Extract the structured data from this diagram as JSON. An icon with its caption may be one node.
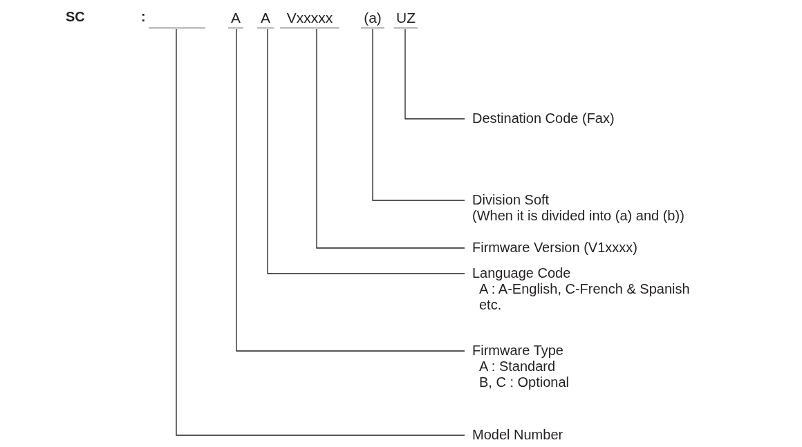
{
  "diagram": {
    "nodes": [
      {
        "text": [],
        "shape": "bar"
      },
      {
        "text": [
          "A"
        ]
      },
      {
        "text": [
          "A"
        ]
      },
      {
        "text": [
          "Vxxxxx"
        ]
      },
      {
        "text": [
          "(a)"
        ]
      },
      {
        "text": [
          "UZ"
        ]
      },
      {
        "text": [
          "Destination Code (Fax)"
        ]
      },
      {
        "text": [
          "Division Soft",
          "(When it is divided into (a) and (b))"
        ]
      },
      {
        "text": [
          "Firmware Version (V1xxxx)"
        ]
      },
      {
        "text": [
          "Language Code",
          "A : A-English, C-French & Spanish etc."
        ]
      },
      {
        "text": [
          "Firmware Type",
          "A : Standard",
          "B, C : Optional"
        ]
      },
      {
        "text": [
          "Model Number"
        ]
      }
    ],
    "edges": [
      {
        "from": 5,
        "to": 6,
        "arrow": "none"
      },
      {
        "from": 4,
        "to": 7,
        "arrow": "none"
      },
      {
        "from": 3,
        "to": 8,
        "arrow": "none"
      },
      {
        "from": 2,
        "to": 9,
        "arrow": "none"
      },
      {
        "from": 1,
        "to": 10,
        "arrow": "none"
      },
      {
        "from": 0,
        "to": 11,
        "arrow": "none"
      }
    ],
    "labels": [
      "SC",
      ":"
    ]
  }
}
